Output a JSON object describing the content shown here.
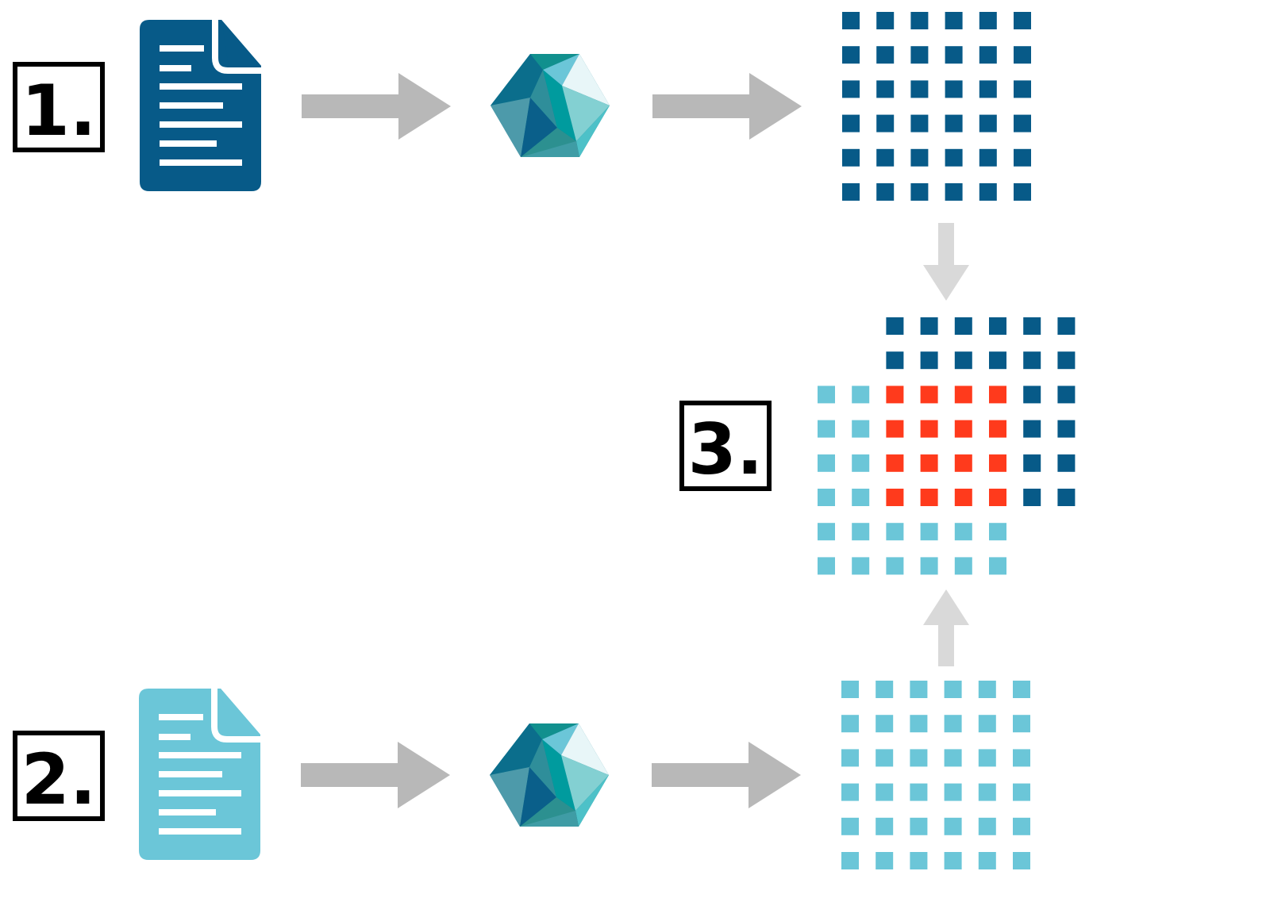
{
  "steps": [
    {
      "id": "step-1",
      "label": "1."
    },
    {
      "id": "step-2",
      "label": "2."
    },
    {
      "id": "step-3",
      "label": "3."
    }
  ],
  "colors": {
    "dark_blue": "#075a88",
    "light_blue": "#6bc6d8",
    "overlap_red": "#ff3a1c",
    "arrow_gray": "#b8b8b8",
    "arrow_light_gray": "#d9d9d9",
    "frame": "#000000"
  },
  "icons": {
    "document": "document-icon",
    "model": "polyhedron-model-icon",
    "flow": "arrow-right-icon",
    "vertical_flow": "arrow-icon"
  },
  "grids": {
    "top": {
      "rows": 6,
      "cols": 6,
      "color_key": "dark_blue"
    },
    "bottom": {
      "rows": 6,
      "cols": 6,
      "color_key": "light_blue"
    },
    "combined": {
      "dark_cells": {
        "rows": 6,
        "cols": 6,
        "row_start": 0,
        "col_start": 2
      },
      "light_cells": {
        "rows": 6,
        "cols": 6,
        "row_start": 2,
        "col_start": 0
      },
      "overlap_color_key": "overlap_red"
    }
  }
}
